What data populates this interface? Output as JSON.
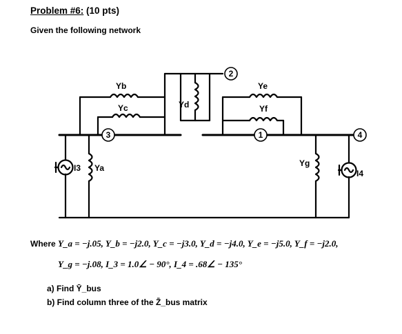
{
  "problem": {
    "title": "Problem #6:",
    "points": "(10 pts)"
  },
  "intro": "Given the following network",
  "diagram": {
    "admittances": [
      "Yb",
      "Yc",
      "Yd",
      "Ye",
      "Yf",
      "Ya",
      "Yg"
    ],
    "bus_labels": [
      "1",
      "2",
      "3",
      "4"
    ],
    "sources": [
      "I3",
      "I4"
    ]
  },
  "values": {
    "line1_prefix": "Where",
    "line1": "Y_a = −j.05,  Y_b = −j2.0,  Y_c = −j3.0,  Y_d = −j4.0,  Y_e = −j5.0,  Y_f = −j2.0,",
    "line2": "Y_g = −j.08,  I_3 = 1.0∠ − 90°,  I_4 = .68∠ − 135°"
  },
  "tasks": [
    {
      "marker": "a)",
      "text": "Find Ȳ_bus"
    },
    {
      "marker": "b)",
      "text": "Find column three of the Z̄_bus matrix"
    }
  ]
}
